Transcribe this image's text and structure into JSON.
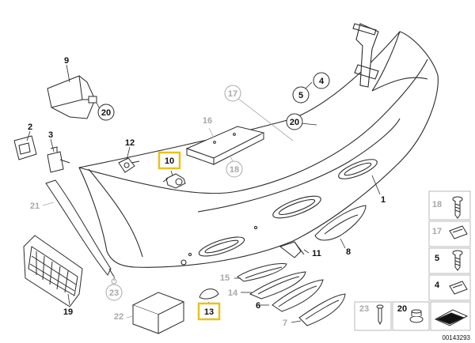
{
  "diagram_id": "00143293",
  "callouts": {
    "c1": "1",
    "c2": "2",
    "c3": "3",
    "c4": "4",
    "c5": "5",
    "c6": "6",
    "c7": "7",
    "c8": "8",
    "c9": "9",
    "c10": "10",
    "c11": "11",
    "c12": "12",
    "c13": "13",
    "c14": "14",
    "c15": "15",
    "c16": "16",
    "c17": "17",
    "c18": "18",
    "c19": "19",
    "c20a": "20",
    "c20b": "20",
    "c21": "21",
    "c22": "22",
    "c23": "23"
  },
  "legend": {
    "r18": "18",
    "r17": "17",
    "r5": "5",
    "r4": "4",
    "r23": "23",
    "r20": "20"
  },
  "highlight_color": "#e8c21a",
  "line_color": "#2a2a2a",
  "grey_color": "#a8a8a8"
}
